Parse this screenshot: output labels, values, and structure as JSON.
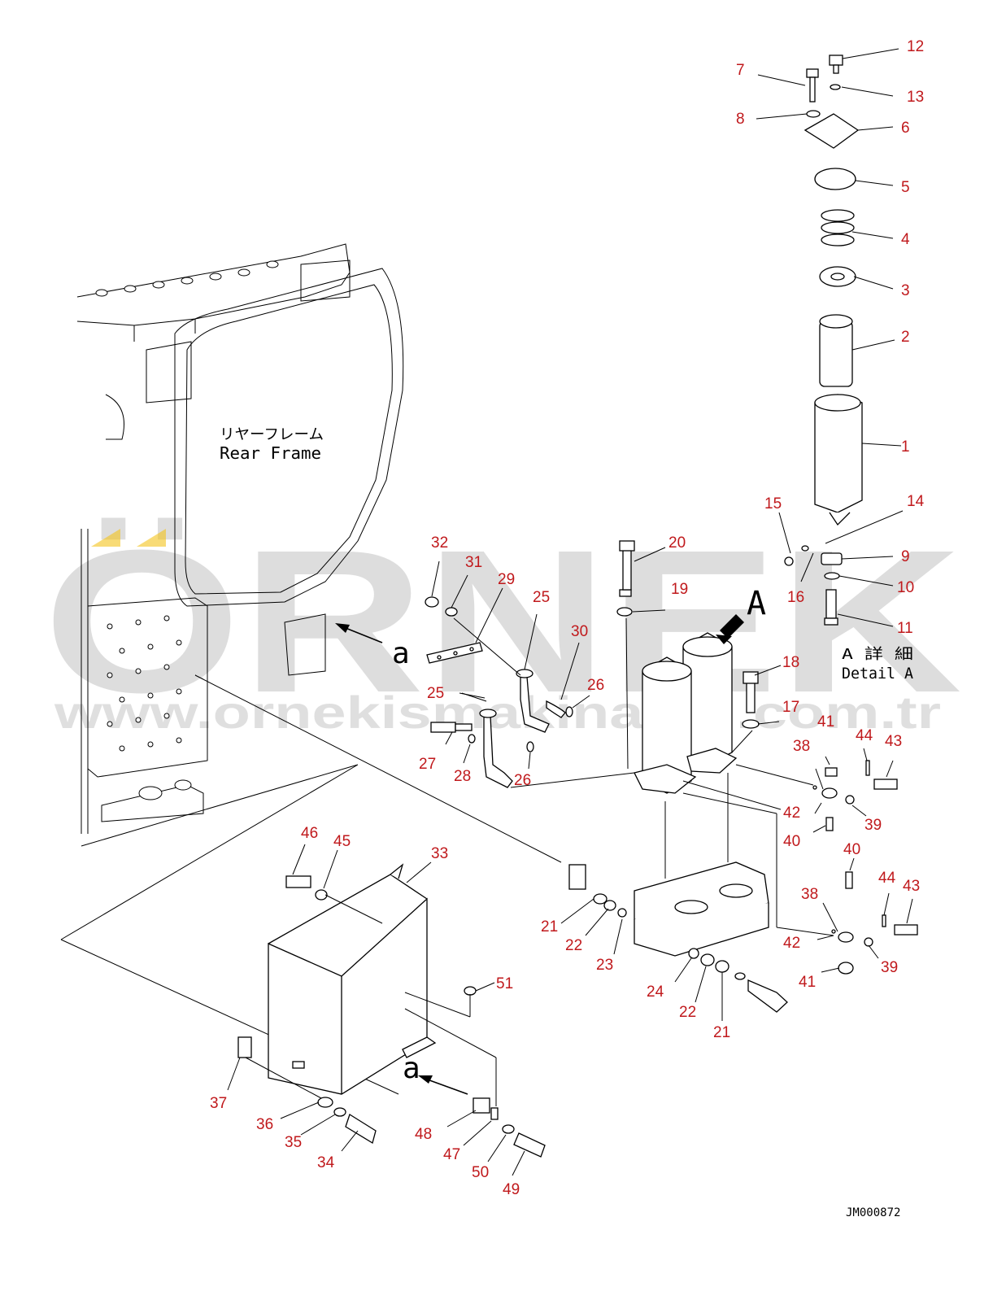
{
  "frame_label_jp": "リヤーフレーム",
  "frame_label_en": "Rear Frame",
  "detail_letter": "A",
  "detail_label_jp": "A 詳 細",
  "detail_label_en": "Detail A",
  "view_marker": "a",
  "drawing_code": "JM000872",
  "watermark_brand": "ÖRNEK",
  "watermark_url": "www.ornekismakinalari.com.tr",
  "callout_color": "#c0191c",
  "callouts": [
    "1",
    "2",
    "3",
    "4",
    "5",
    "6",
    "7",
    "8",
    "9",
    "10",
    "11",
    "12",
    "13",
    "14",
    "15",
    "16",
    "17",
    "18",
    "19",
    "20",
    "21",
    "21",
    "22",
    "22",
    "23",
    "24",
    "25",
    "25",
    "26",
    "26",
    "27",
    "28",
    "29",
    "30",
    "31",
    "32",
    "33",
    "34",
    "35",
    "36",
    "37",
    "38",
    "38",
    "39",
    "39",
    "40",
    "40",
    "41",
    "41",
    "42",
    "42",
    "43",
    "43",
    "44",
    "44",
    "45",
    "46",
    "47",
    "48",
    "49",
    "50",
    "51"
  ]
}
